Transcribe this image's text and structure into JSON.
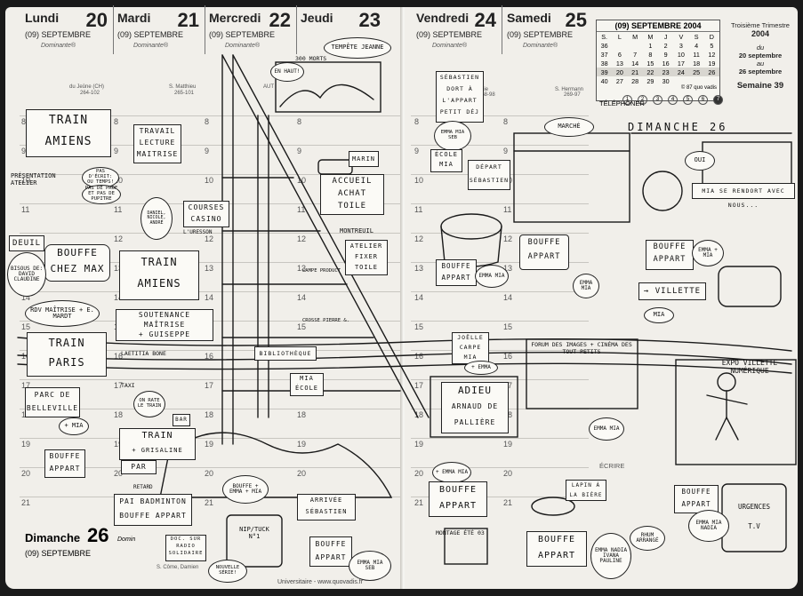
{
  "left_days": [
    {
      "name": "Lundi",
      "num": "20",
      "month": "(09) SEPTEMBRE",
      "sub": "Dominante®",
      "saint": "du Jeûne (CH)",
      "code": "264-102"
    },
    {
      "name": "Mardi",
      "num": "21",
      "month": "(09) SEPTEMBRE",
      "sub": "Dominante®",
      "saint": "S. Matthieu",
      "code": "265-101"
    },
    {
      "name": "Mercredi",
      "num": "22",
      "month": "(09) SEPTEMBRE",
      "sub": "Dominante®",
      "saint": "AUT",
      "code": ""
    },
    {
      "name": "Jeudi",
      "num": "23",
      "month": "",
      "sub": "",
      "saint": "",
      "code": ""
    }
  ],
  "right_days": [
    {
      "name": "Vendredi",
      "num": "24",
      "month": "(09) SEPTEMBRE",
      "sub": "Dominante®",
      "saint": "ncie",
      "code": "268-98"
    },
    {
      "name": "Samedi",
      "num": "25",
      "month": "(09) SEPTEMBRE",
      "sub": "Dominante®",
      "saint": "S. Hermann",
      "code": "269-97"
    }
  ],
  "sunday": {
    "name": "Dimanche",
    "num": "26",
    "month": "(09) SEPTEMBRE",
    "sub": "Domin",
    "saint": "S. Côme, Damien"
  },
  "minical": {
    "title": "(09) SEPTEMBRE 2004",
    "headers": [
      "S.",
      "L",
      "M",
      "M",
      "J",
      "V",
      "S",
      "D"
    ],
    "rows": [
      [
        "36",
        "",
        "",
        "1",
        "2",
        "3",
        "4",
        "5"
      ],
      [
        "37",
        "6",
        "7",
        "8",
        "9",
        "10",
        "11",
        "12"
      ],
      [
        "38",
        "13",
        "14",
        "15",
        "16",
        "17",
        "18",
        "19"
      ],
      [
        "39",
        "20",
        "21",
        "22",
        "23",
        "24",
        "25",
        "26"
      ],
      [
        "40",
        "27",
        "28",
        "29",
        "30",
        "",
        "",
        ""
      ]
    ],
    "copyright": "© 87 quo vadis"
  },
  "trimester": {
    "title": "Troisième Trimestre",
    "year": "2004",
    "du": "du",
    "from": "20 septembre",
    "au": "au",
    "to": "26 septembre",
    "week": "Semaine 39"
  },
  "telephone": "TÉLÉPHONER",
  "ecrire": "ÉCRIRE",
  "hours_left": [
    "8",
    "9",
    "10",
    "11",
    "12",
    "13",
    "14",
    "15",
    "16",
    "17",
    "18",
    "19",
    "20",
    "21"
  ],
  "footer": "Universitaire - www.quovadis.fr",
  "sketches": {
    "train_amiens": [
      "TRAIN",
      "AMIENS"
    ],
    "presentation": "PRÉSENTATION ATELIER",
    "pas_de_place": "PAS D'ÉCRIT: OU TEMPS!",
    "pas_de_prof": "PAS DE PROF ET PAS DE PUPITRE",
    "deuil": "DEUIL",
    "bouffe_chez_max": [
      "BOUFFE",
      "CHEZ MAX"
    ],
    "bisous": "BISOUS DE: DAVID CLAUDINE",
    "rdv_maitrise": "RDV MAÎTRISE + E. MARDT",
    "train_paris": [
      "TRAIN",
      "PARIS"
    ],
    "parc_belleville": [
      "PARC DE",
      "BELLEVILLE"
    ],
    "mia_1": "+ MIA",
    "bouffe_appart_1": [
      "BOUFFE",
      "APPART"
    ],
    "travail_lecture": [
      "TRAVAIL",
      "LECTURE",
      "MAITRISE"
    ],
    "tabouret": "DANIEL, NICOLE, ANDRÉ",
    "courses_casino": [
      "COURSES",
      "CASINO"
    ],
    "fuite": "L'URESSON",
    "train_amiens_2": [
      "TRAIN",
      "AMIENS"
    ],
    "soutenance": [
      "SOUTENANCE",
      "MAÎTRISE",
      "+ GUISEPPE"
    ],
    "laetitia": "LAETITIA BONE",
    "taxi": "TAXI",
    "on_rate": "ON RATE LE TRAIN",
    "bar": "BAR",
    "train_grisaline": [
      "TRAIN",
      "+ GRISALINE"
    ],
    "par": "PAR",
    "retard": "RETARD",
    "bouffe_mia_2": "BOUFFE + EMMA + MIA",
    "badminton": [
      "PAI BADMINTON",
      "BOUFFE APPART"
    ],
    "doc_sur": "DOC. SUR RADIO SOLIDAIRE",
    "tv_no1": "NIP/TUCK N°1",
    "nouvelle_serie": "NOUVELLE SÉRIE!",
    "arrivee_sebastien": [
      "ARRIVÉE",
      "SÉBASTIEN"
    ],
    "bouffe_appart_3": [
      "BOUFFE",
      "APPART"
    ],
    "emma_mia_seb": "EMMA MIA SEB",
    "noon_text": "EN HAUT!",
    "tempete": "TEMPÊTE JEANNE",
    "bonnet_jaune": "300 MORTS",
    "marin": "MARIN",
    "accueil": [
      "ACCUEIL",
      "ACHAT",
      "TOILE"
    ],
    "montreuil": "MONTREUIL",
    "atelier_fixer": [
      "ATELIER",
      "FIXER",
      "TOILE"
    ],
    "lampe": "LAMPE PRODUCT",
    "crosse": "CROSSE PIERRE &.",
    "bibliotheque": "BIBLIOTHÈQUE",
    "mia_ecole": [
      "MIA",
      "ÉCOLE"
    ],
    "sebastien_dort": [
      "SÉBASTIEN",
      "DORT À",
      "L'APPART",
      "PETIT DÉJ"
    ],
    "petitdej_bubble": "EMMA MIA SEB",
    "ecole_mia": [
      "ÉCOLE",
      "MIA"
    ],
    "depart_seb": [
      "DÉPART",
      "SÉBASTIEN"
    ],
    "bouffe_appart_4": [
      "BOUFFE",
      "APPART"
    ],
    "emma_mia_4": "EMMA MIA",
    "joelle": [
      "JOËLLE",
      "CARPE",
      "MIA"
    ],
    "emma_2": "+ EMMA",
    "adieu": [
      "ADIEU",
      "ARNAUD DE",
      "PALLIÈRE"
    ],
    "emma_mia_5": "+ EMMA MIA",
    "bouffe_appart_5": [
      "BOUFFE",
      "APPART"
    ],
    "montage": "MONTAGE ÉTÉ 03",
    "marche": "MARCHÉ",
    "bouffe_appart_6": [
      "BOUFFE",
      "APPART"
    ],
    "emma_mia_6": "EMMA MIA",
    "forum": "FORUM DES IMAGES + CINÉMA DES TOUT PETITS",
    "emma_mia_7": "EMMA MIA",
    "lapin": [
      "LAPIN À",
      "LA BIÈRE"
    ],
    "bouffe_appart_7": [
      "BOUFFE",
      "APPART"
    ],
    "emma_nadia": "EMMA NADIA IVANA PAULINE",
    "rhum": "RHUM ARRANGÉ",
    "dimanche_26": "DIMANCHE 26",
    "oui": "OUI",
    "mia_rendez": "MIA SE RENDORT AVEC NOUS...",
    "bouffe_appart_8": [
      "BOUFFE",
      "APPART"
    ],
    "emma_mia_8": "EMMA + MIA",
    "villette": "→ VILLETTE",
    "mia_bubble": "MIA",
    "expo_villette": "EXPO VILLETTE NUMÉRIQUE",
    "bouffe_appart_9": [
      "BOUFFE",
      "APPART"
    ],
    "emma_mia_nadia": "EMMA MIA NADIA",
    "urgences": [
      "URGENCES",
      "T.V"
    ]
  }
}
